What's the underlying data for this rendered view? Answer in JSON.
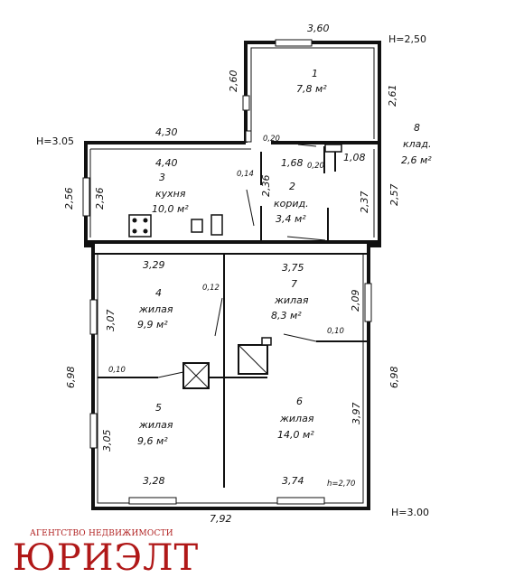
{
  "brand": {
    "subtitle": "АГЕНТСТВО НЕДВИЖИМОСТИ",
    "name": "ЮРИЭЛТ"
  },
  "heights": {
    "top_right": "H=2,50",
    "left": "H=3.05",
    "bottom_right": "H=3.00",
    "ceiling_note": "h=2,70"
  },
  "rooms": [
    {
      "num": "1",
      "name": "",
      "area": "7,8 м²"
    },
    {
      "num": "2",
      "name": "корид.",
      "area": "3,4 м²"
    },
    {
      "num": "3",
      "name": "кухня",
      "area": "10,0 м²"
    },
    {
      "num": "4",
      "name": "жилая",
      "area": "9,9 м²"
    },
    {
      "num": "5",
      "name": "жилая",
      "area": "9,6 м²"
    },
    {
      "num": "6",
      "name": "жилая",
      "area": "14,0 м²"
    },
    {
      "num": "7",
      "name": "жилая",
      "area": "8,3 м²"
    },
    {
      "num": "8",
      "name": "клад.",
      "area": "2,6 м²"
    }
  ],
  "dims": {
    "d360": "3,60",
    "d260": "2,60",
    "d261": "2,61",
    "d430": "4,30",
    "d440": "4,40",
    "d020a": "0,20",
    "d020b": "0,20",
    "d014": "0,14",
    "d168": "1,68",
    "d108": "1,08",
    "d256": "2,56",
    "d236a": "2,36",
    "d236b": "2,36",
    "d237": "2,37",
    "d257": "2,57",
    "d329": "3,29",
    "d375": "3,75",
    "d012": "0,12",
    "d307": "3,07",
    "d209": "2,09",
    "d010a": "0,10",
    "d010b": "0,10",
    "d698a": "6,98",
    "d698b": "6,98",
    "d397": "3,97",
    "d305": "3,05",
    "d328": "3,28",
    "d374": "3,74",
    "d792": "7,92"
  }
}
